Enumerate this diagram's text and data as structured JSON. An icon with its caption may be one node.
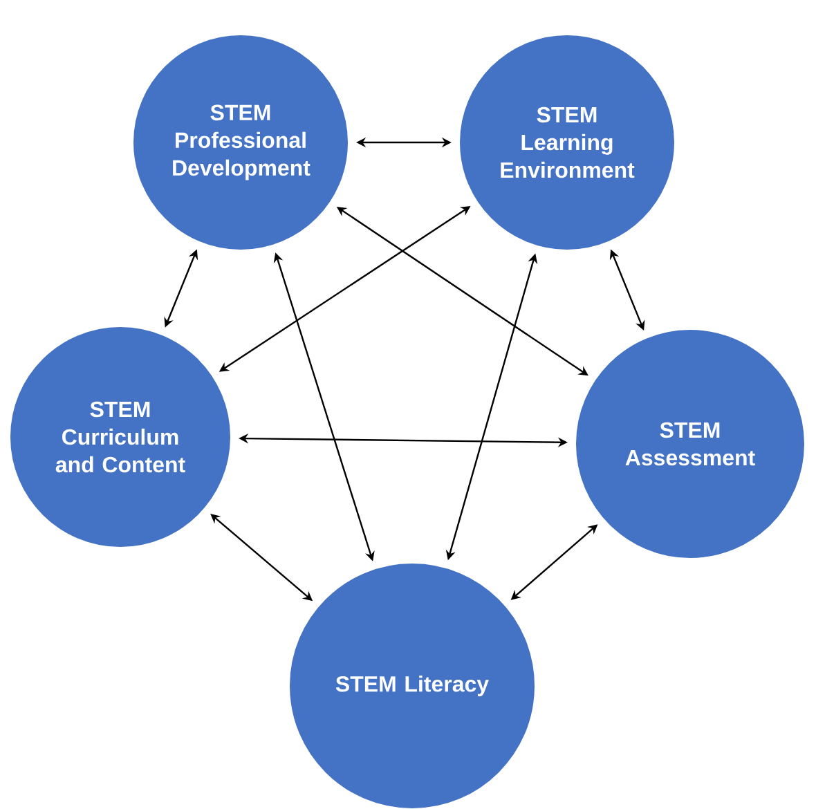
{
  "diagram": {
    "nodes": [
      {
        "text": [
          "STEM Professional Development"
        ]
      },
      {
        "text": [
          "STEM Learning Environment"
        ]
      },
      {
        "text": [
          "STEM Curriculum and Content"
        ]
      },
      {
        "text": [
          "STEM Assessment"
        ]
      },
      {
        "text": [
          "STEM Literacy"
        ]
      }
    ],
    "edges": [
      {
        "from": 0,
        "to": 1,
        "arrow": "both"
      },
      {
        "from": 0,
        "to": 2,
        "arrow": "both"
      },
      {
        "from": 1,
        "to": 3,
        "arrow": "both"
      },
      {
        "from": 2,
        "to": 4,
        "arrow": "both"
      },
      {
        "from": 3,
        "to": 4,
        "arrow": "both"
      },
      {
        "from": 0,
        "to": 3,
        "arrow": "both"
      },
      {
        "from": 0,
        "to": 4,
        "arrow": "both"
      },
      {
        "from": 1,
        "to": 2,
        "arrow": "both"
      },
      {
        "from": 1,
        "to": 4,
        "arrow": "both"
      },
      {
        "from": 2,
        "to": 3,
        "arrow": "both"
      }
    ]
  }
}
